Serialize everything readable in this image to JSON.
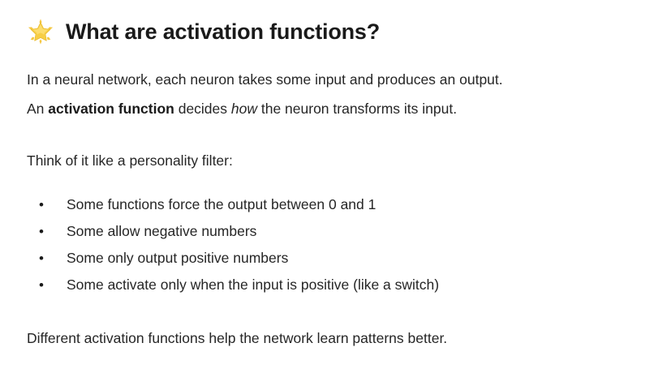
{
  "document": {
    "background_color": "#ffffff",
    "text_color": "#262626",
    "heading_color": "#1a1a1a"
  },
  "heading": {
    "icon": "glowing-star-icon",
    "icon_colors": {
      "star_fill": "#F7CE46",
      "star_highlight": "#FCDD6E",
      "sparkle": "#F5C842"
    },
    "title": "What are activation functions?"
  },
  "paragraphs": {
    "intro": "In a neural network, each neuron takes some input and produces an output.",
    "definition": {
      "before_bold": "An ",
      "bold": "activation function",
      "after_bold": " decides ",
      "italic": "how",
      "tail": " the neuron transforms its input."
    },
    "lead_in": "Think of it like a personality filter:",
    "closing": "Different activation functions help the network learn patterns better."
  },
  "bullet_list": {
    "marker": "•",
    "items": [
      "Some functions force the output between 0 and 1",
      "Some allow negative numbers",
      "Some only output positive numbers",
      "Some activate only when the input is positive (like a switch)"
    ]
  }
}
